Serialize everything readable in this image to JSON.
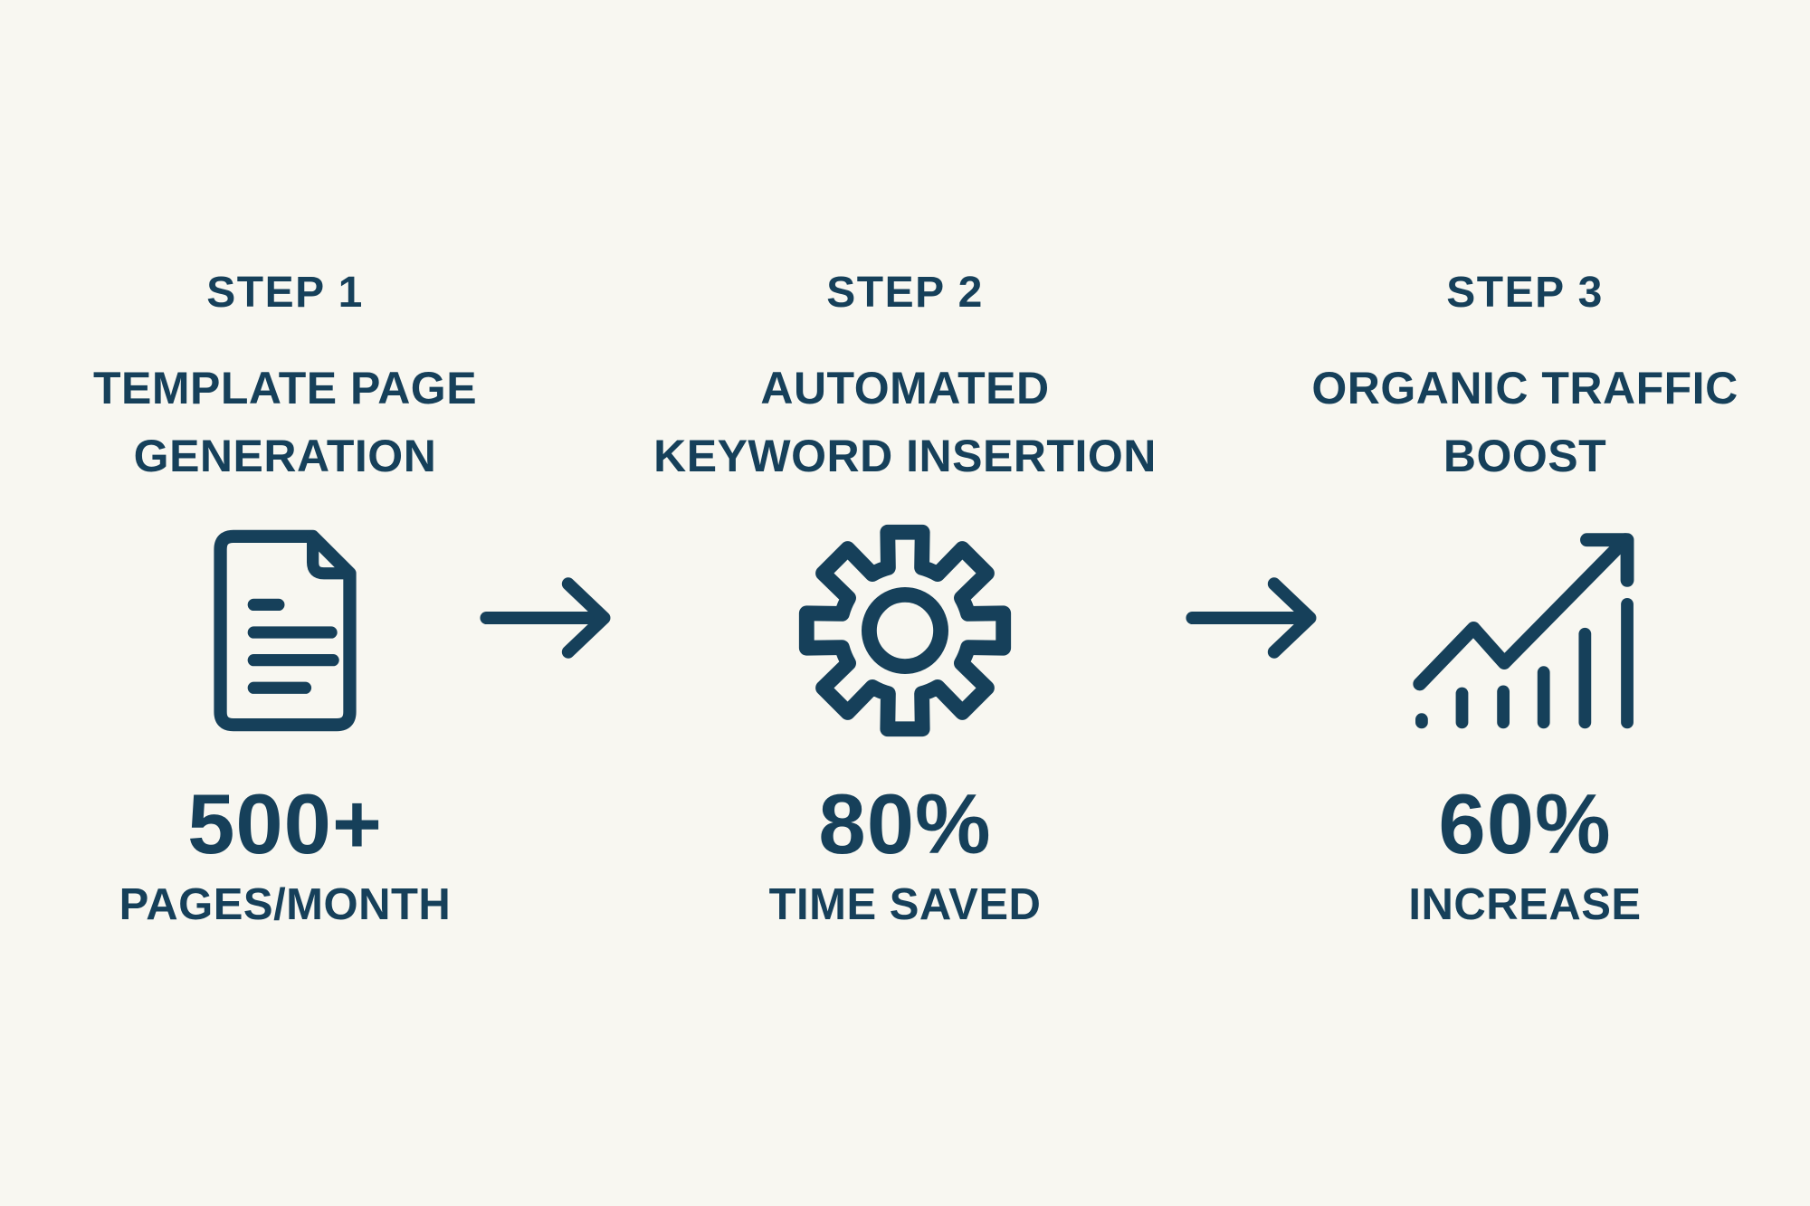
{
  "colors": {
    "ink": "#16405a",
    "background": "#f8f7f1"
  },
  "steps": [
    {
      "step_label": "STEP 1",
      "title_lines": [
        "TEMPLATE PAGE",
        "GENERATION"
      ],
      "icon": "document-icon",
      "stat_value": "500+",
      "stat_label": "PAGES/MONTH"
    },
    {
      "step_label": "STEP 2",
      "title_lines": [
        "AUTOMATED",
        "KEYWORD INSERTION"
      ],
      "icon": "gear-icon",
      "stat_value": "80%",
      "stat_label": "TIME SAVED"
    },
    {
      "step_label": "STEP 3",
      "title_lines": [
        "ORGANIC TRAFFIC",
        "BOOST"
      ],
      "icon": "growth-chart-icon",
      "stat_value": "60%",
      "stat_label": "INCREASE"
    }
  ],
  "connectors": [
    {
      "icon": "right-arrow-icon"
    },
    {
      "icon": "right-arrow-icon"
    }
  ]
}
